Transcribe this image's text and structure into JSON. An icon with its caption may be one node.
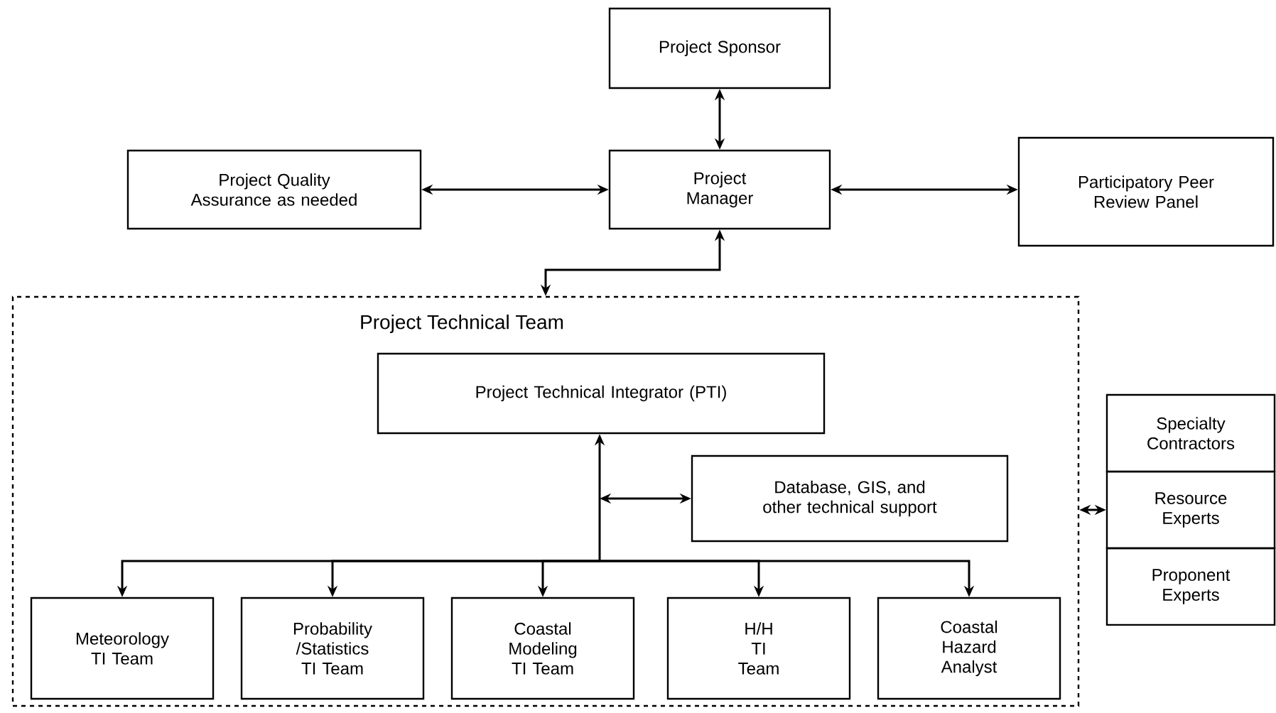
{
  "diagram": {
    "nodes": [
      {
        "text": [
          "Project Sponsor"
        ]
      },
      {
        "text": [
          "Project Quality Assurance as needed"
        ]
      },
      {
        "text": [
          "Project Manager"
        ]
      },
      {
        "text": [
          "Participatory Peer Review Panel"
        ]
      },
      {
        "text": [
          "Project Technical Team"
        ]
      },
      {
        "text": [
          "Project Technical Integrator (PTI)"
        ],
        "in": 4
      },
      {
        "text": [
          "Database, GIS, and other technical support"
        ],
        "in": 4
      },
      {
        "text": [
          "Meteorology TI Team"
        ],
        "in": 4
      },
      {
        "text": [
          "Probability /Statistics TI Team"
        ],
        "in": 4
      },
      {
        "text": [
          "Coastal Modeling TI Team"
        ],
        "in": 4
      },
      {
        "text": [
          "H/H TI Team"
        ],
        "in": 4
      },
      {
        "text": [
          "Coastal Hazard Analyst"
        ],
        "in": 4
      },
      {
        "text": [
          "Specialty Contractors"
        ]
      },
      {
        "text": [
          "Resource Experts"
        ]
      },
      {
        "text": [
          "Proponent Experts"
        ]
      }
    ],
    "edges": [
      {
        "from": 0,
        "to": 2,
        "arrow": "both"
      },
      {
        "from": 1,
        "to": 2,
        "arrow": "both"
      },
      {
        "from": 2,
        "to": 3,
        "arrow": "both"
      },
      {
        "from": 2,
        "to": 4,
        "arrow": "both"
      },
      {
        "from": 5,
        "to": 6,
        "arrow": "both"
      },
      {
        "from": 5,
        "to": 7,
        "arrow": "both"
      },
      {
        "from": 5,
        "to": 8,
        "arrow": "both"
      },
      {
        "from": 5,
        "to": 9,
        "arrow": "both"
      },
      {
        "from": 5,
        "to": 10,
        "arrow": "both"
      },
      {
        "from": 5,
        "to": 11,
        "arrow": "both"
      },
      {
        "from": 4,
        "to": 13,
        "arrow": "both"
      }
    ]
  }
}
